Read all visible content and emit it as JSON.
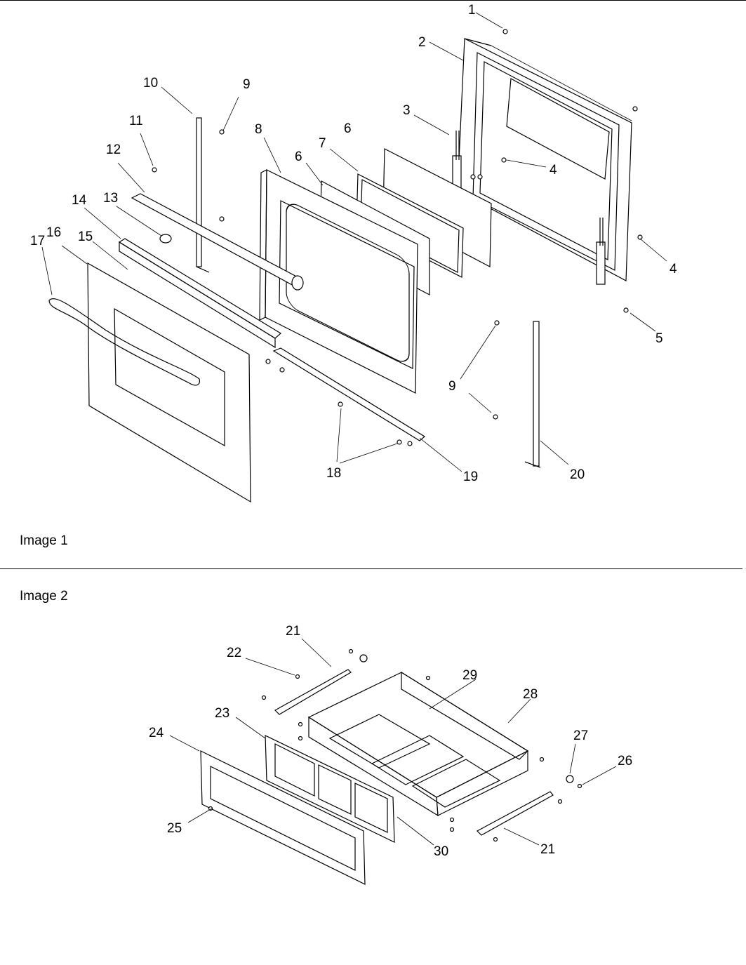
{
  "image1": {
    "caption": "Image 1",
    "callouts": [
      "1",
      "2",
      "3",
      "4",
      "4",
      "5",
      "6",
      "6",
      "7",
      "8",
      "9",
      "9",
      "10",
      "11",
      "12",
      "13",
      "14",
      "15",
      "16",
      "17",
      "18",
      "19",
      "20"
    ]
  },
  "image2": {
    "caption": "Image 2",
    "callouts": [
      "21",
      "21",
      "22",
      "23",
      "24",
      "25",
      "26",
      "27",
      "28",
      "29",
      "30"
    ]
  }
}
